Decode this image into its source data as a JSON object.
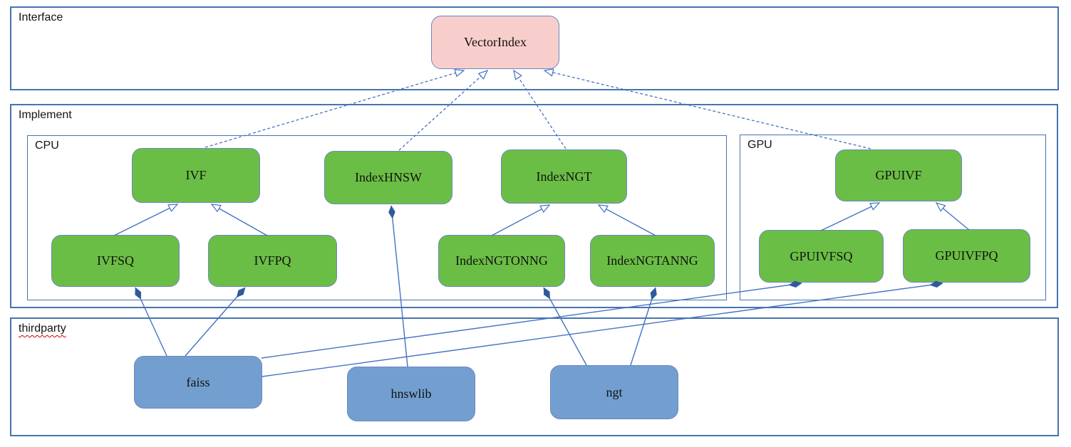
{
  "diagram": {
    "title_context": "VectorIndex class diagram",
    "sections": {
      "interface": {
        "label": "Interface"
      },
      "implement": {
        "label": "Implement"
      },
      "cpu": {
        "label": "CPU"
      },
      "gpu": {
        "label": "GPU"
      },
      "thirdparty": {
        "label": "thirdparty"
      }
    },
    "nodes": {
      "vectorindex": {
        "label": "VectorIndex",
        "section": "interface",
        "fill": "#f8cecc"
      },
      "ivf": {
        "label": "IVF",
        "section": "cpu",
        "fill": "#6bbe45"
      },
      "indexhnsw": {
        "label": "IndexHNSW",
        "section": "cpu",
        "fill": "#6bbe45"
      },
      "indexngt": {
        "label": "IndexNGT",
        "section": "cpu",
        "fill": "#6bbe45"
      },
      "ivfsq": {
        "label": "IVFSQ",
        "section": "cpu",
        "fill": "#6bbe45"
      },
      "ivfpq": {
        "label": "IVFPQ",
        "section": "cpu",
        "fill": "#6bbe45"
      },
      "indexngtonng": {
        "label": "IndexNGTONNG",
        "section": "cpu",
        "fill": "#6bbe45"
      },
      "indexngtanng": {
        "label": "IndexNGTANNG",
        "section": "cpu",
        "fill": "#6bbe45"
      },
      "gpuivf": {
        "label": "GPUIVF",
        "section": "gpu",
        "fill": "#6bbe45"
      },
      "gpuivfsq": {
        "label": "GPUIVFSQ",
        "section": "gpu",
        "fill": "#6bbe45"
      },
      "gpuivfpq": {
        "label": "GPUIVFPQ",
        "section": "gpu",
        "fill": "#6bbe45"
      },
      "faiss": {
        "label": "faiss",
        "section": "thirdparty",
        "fill": "#729fcf"
      },
      "hnswlib": {
        "label": "hnswlib",
        "section": "thirdparty",
        "fill": "#729fcf"
      },
      "ngt": {
        "label": "ngt",
        "section": "thirdparty",
        "fill": "#729fcf"
      }
    },
    "relations": [
      {
        "from": "IVF",
        "to": "VectorIndex",
        "type": "realization-dashed-open-arrow"
      },
      {
        "from": "IndexHNSW",
        "to": "VectorIndex",
        "type": "realization-dashed-open-arrow"
      },
      {
        "from": "IndexNGT",
        "to": "VectorIndex",
        "type": "realization-dashed-open-arrow"
      },
      {
        "from": "GPUIVF",
        "to": "VectorIndex",
        "type": "realization-dashed-open-arrow"
      },
      {
        "from": "IVFSQ",
        "to": "IVF",
        "type": "generalization-open-arrow"
      },
      {
        "from": "IVFPQ",
        "to": "IVF",
        "type": "generalization-open-arrow"
      },
      {
        "from": "IndexNGTONNG",
        "to": "IndexNGT",
        "type": "generalization-open-arrow"
      },
      {
        "from": "IndexNGTANNG",
        "to": "IndexNGT",
        "type": "generalization-open-arrow"
      },
      {
        "from": "GPUIVFSQ",
        "to": "GPUIVF",
        "type": "generalization-open-arrow"
      },
      {
        "from": "GPUIVFPQ",
        "to": "GPUIVF",
        "type": "generalization-open-arrow"
      },
      {
        "from": "faiss",
        "to": "IVFSQ",
        "type": "composition-filled-diamond"
      },
      {
        "from": "faiss",
        "to": "IVFPQ",
        "type": "composition-filled-diamond"
      },
      {
        "from": "faiss",
        "to": "GPUIVFSQ",
        "type": "composition-filled-diamond"
      },
      {
        "from": "faiss",
        "to": "GPUIVFPQ",
        "type": "composition-filled-diamond"
      },
      {
        "from": "hnswlib",
        "to": "IndexHNSW",
        "type": "composition-filled-diamond"
      },
      {
        "from": "ngt",
        "to": "IndexNGTONNG",
        "type": "composition-filled-diamond"
      },
      {
        "from": "ngt",
        "to": "IndexNGTANNG",
        "type": "composition-filled-diamond"
      }
    ],
    "colors": {
      "node_green": "#6bbe45",
      "node_blue": "#729fcf",
      "node_pink": "#f8cecc",
      "node_border": "#6e86bf",
      "container_border": "#4674ae",
      "edge_line": "#4472c4",
      "diamond_fill": "#2f5b9d",
      "spellcheck_underline": "#cc0000",
      "text": "#111111"
    }
  }
}
